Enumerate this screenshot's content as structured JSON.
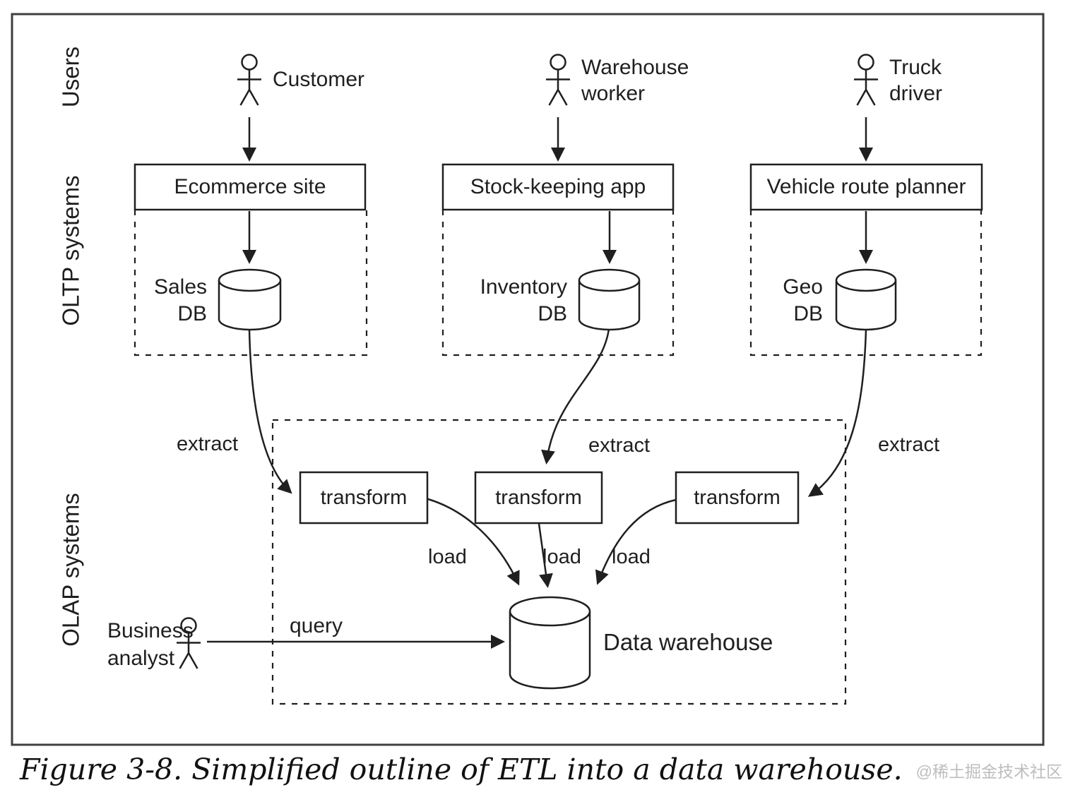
{
  "meta": {
    "background": "#ffffff",
    "ink_color": "#1f1f1f",
    "border_color": "#3f3f3f",
    "watermark_color": "#bdbdbd"
  },
  "lanes": {
    "users": "Users",
    "oltp": "OLTP systems",
    "olap": "OLAP systems"
  },
  "actors": {
    "customer": {
      "label": "Customer"
    },
    "warehouse_worker": {
      "line1": "Warehouse",
      "line2": "worker"
    },
    "truck_driver": {
      "line1": "Truck",
      "line2": "driver"
    },
    "business_analyst": {
      "line1": "Business",
      "line2": "analyst"
    }
  },
  "systems": {
    "ecommerce_site": "Ecommerce site",
    "stock_keeping_app": "Stock-keeping app",
    "vehicle_route_planner": "Vehicle route planner"
  },
  "databases": {
    "sales": {
      "line1": "Sales",
      "line2": "DB"
    },
    "inventory": {
      "line1": "Inventory",
      "line2": "DB"
    },
    "geo": {
      "line1": "Geo",
      "line2": "DB"
    },
    "warehouse": {
      "label": "Data warehouse"
    }
  },
  "processes": {
    "transform_1": "transform",
    "transform_2": "transform",
    "transform_3": "transform"
  },
  "flows": {
    "extract_1": "extract",
    "extract_2": "extract",
    "extract_3": "extract",
    "load_1": "load",
    "load_2": "load",
    "load_3": "load",
    "query": "query"
  },
  "caption": "Figure 3-8. Simplified outline of ETL into a data warehouse.",
  "watermark": "@稀土掘金技术社区"
}
